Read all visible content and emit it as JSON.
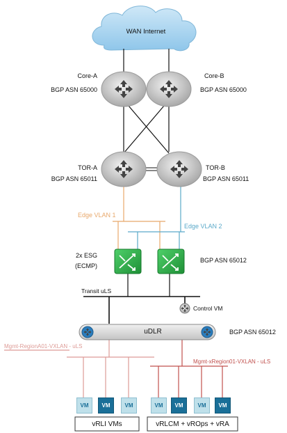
{
  "colors": {
    "edge_vlan1": "#e8a86b",
    "edge_vlan2": "#5aa9c9",
    "mgmt_vrli": "#dd9b96",
    "mgmt_vrlcm": "#c0504d",
    "vm_light": "#bfe0ea",
    "vm_dark": "#1a6f98",
    "esg_green": "#2fb74a",
    "router_grey": "#bdbdbd",
    "cloud_blue": "#a9d3ee"
  },
  "wan": {
    "label": "WAN Internet"
  },
  "core_a": {
    "name": "Core-A",
    "asn": "BGP ASN 65000"
  },
  "core_b": {
    "name": "Core-B",
    "asn": "BGP ASN 65000"
  },
  "tor_a": {
    "name": "TOR-A",
    "asn": "BGP ASN 65011"
  },
  "tor_b": {
    "name": "TOR-B",
    "asn": "BGP ASN 65011"
  },
  "edge_vlan1": {
    "label": "Edge VLAN 1"
  },
  "edge_vlan2": {
    "label": "Edge VLAN 2"
  },
  "esg": {
    "label_line1": "2x ESG",
    "label_line2": "(ECMP)",
    "asn": "BGP ASN 65012"
  },
  "transit": {
    "label": "Transit uLS"
  },
  "control_vm": {
    "label": "Control VM"
  },
  "udlr": {
    "label": "uDLR",
    "asn": "BGP ASN 65012"
  },
  "mgmt_a": {
    "label": "Mgmt-RegionA01-VXLAN - uLS"
  },
  "mgmt_x": {
    "label": "Mgmt-xRegion01-VXLAN - uLS"
  },
  "vm_label": "VM",
  "group_vrli": {
    "label": "vRLI VMs"
  },
  "group_vrlcm": {
    "label": "vRLCM + vROps + vRA"
  }
}
